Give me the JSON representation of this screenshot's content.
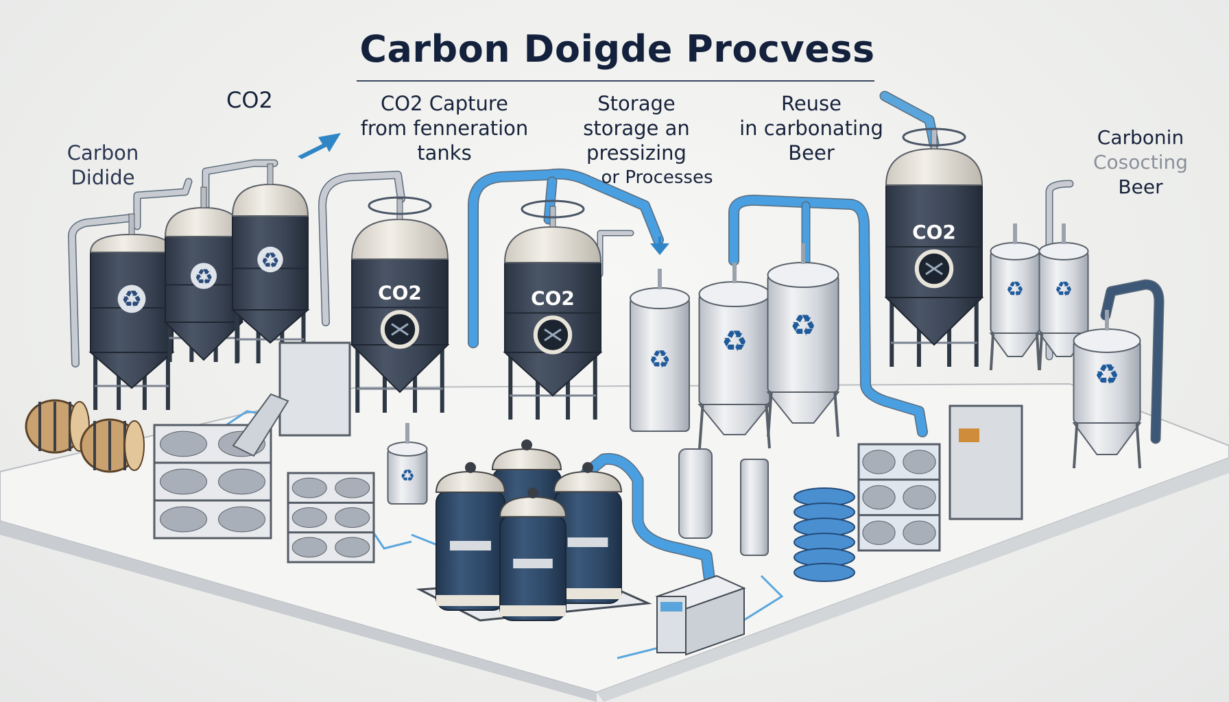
{
  "title": "Carbon Doigde Procvess",
  "labels": {
    "co2": "CO2",
    "carbon_didide": [
      "Carbon",
      "Didide"
    ],
    "capture": [
      "CO2 Capture",
      "from fenneration",
      "tanks"
    ],
    "storage": [
      "Storage",
      "storage an",
      "pressizing",
      "or Processes"
    ],
    "reuse": [
      "Reuse",
      "in carbonating",
      "Beer"
    ],
    "carbonin": [
      "Carbonin",
      "Cosocting",
      "Beer"
    ]
  },
  "tank_labels": [
    "CO2",
    "CO2",
    "CO2"
  ],
  "colors": {
    "tank_dark": "#3a4556",
    "tank_dome": "#e4e0d6",
    "pipe_blue": "#4a9fe0",
    "recycle_blue": "#1f5a9a",
    "storage_navy": "#2e4866",
    "title": "#14213d"
  }
}
